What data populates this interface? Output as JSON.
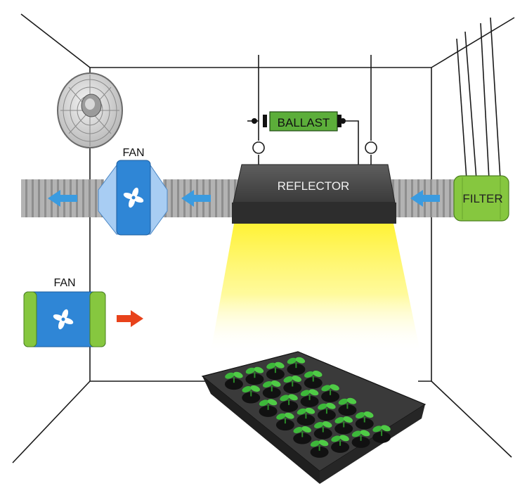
{
  "labels": {
    "ballast": "BALLAST",
    "reflector": "REFLECTOR",
    "filter": "FILTER",
    "inline_fan": "FAN",
    "intake_fan": "FAN"
  },
  "colors": {
    "room_line": "#1a1a1a",
    "duct": "#a9a9a9",
    "duct_ridge": "#7d7d7d",
    "airflow_arrow": "#3a9be0",
    "intake_arrow": "#e8421b",
    "fan_blue": "#2f86d6",
    "fan_blue_light": "#a8cdf3",
    "filter_green": "#86c73f",
    "ballast_green": "#5cae3a",
    "reflector_top": "#505050",
    "reflector_base": "#2d2d2d",
    "light_yellow": "#fff236",
    "tray": "#222222",
    "seedling": "#3db83a"
  },
  "icons": {
    "wall_fan": "oscillating-fan-icon",
    "inline_fan": "inline-duct-fan-icon",
    "intake_fan": "intake-fan-icon",
    "filter": "carbon-filter-icon",
    "reflector": "grow-light-reflector-icon",
    "ballast": "ballast-icon",
    "tray": "seedling-tray-icon"
  }
}
